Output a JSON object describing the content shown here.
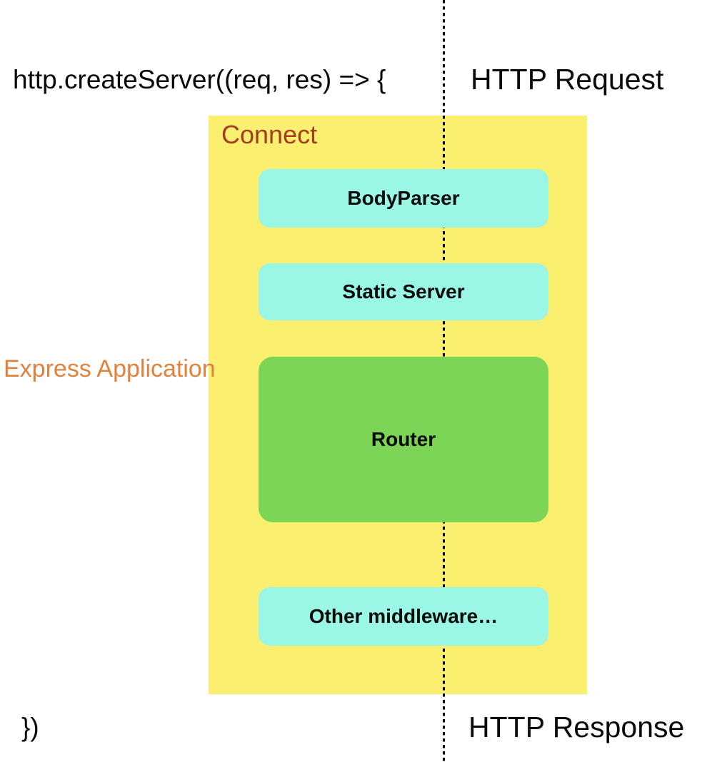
{
  "diagram": {
    "code_top": "http.createServer((req, res) => {",
    "code_bottom": "})",
    "http_request_label": "HTTP Request",
    "http_response_label": "HTTP Response",
    "connect_label": "Connect",
    "express_label": "Express Application",
    "middleware": [
      {
        "label": "BodyParser",
        "kind": "middleware"
      },
      {
        "label": "Static Server",
        "kind": "middleware"
      },
      {
        "label": "Router",
        "kind": "router"
      },
      {
        "label": "Other middleware…",
        "kind": "middleware"
      }
    ],
    "colors": {
      "connect_bg": "#FAEF6F",
      "middleware_bg": "#9AF6E5",
      "router_bg": "#7BD455",
      "connect_text": "#A63C1E",
      "express_text": "#E0823C",
      "line": "#000000"
    }
  }
}
